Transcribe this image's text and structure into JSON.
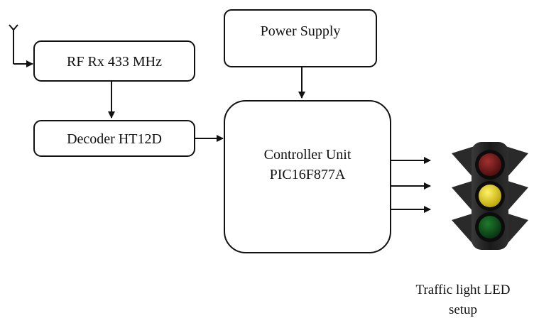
{
  "blocks": {
    "rf_receiver": "RF Rx 433 MHz",
    "decoder": "Decoder HT12D",
    "power_supply": "Power Supply",
    "controller_line1": "Controller Unit",
    "controller_line2": "PIC16F877A"
  },
  "traffic_light": {
    "caption_line1": "Traffic light LED",
    "caption_line2": "setup",
    "lamps": {
      "red": "#7a1a1a",
      "yellow": "#e8d200",
      "green": "#0f5a1e"
    }
  },
  "icons": [
    "antenna-icon",
    "traffic-light-icon"
  ]
}
